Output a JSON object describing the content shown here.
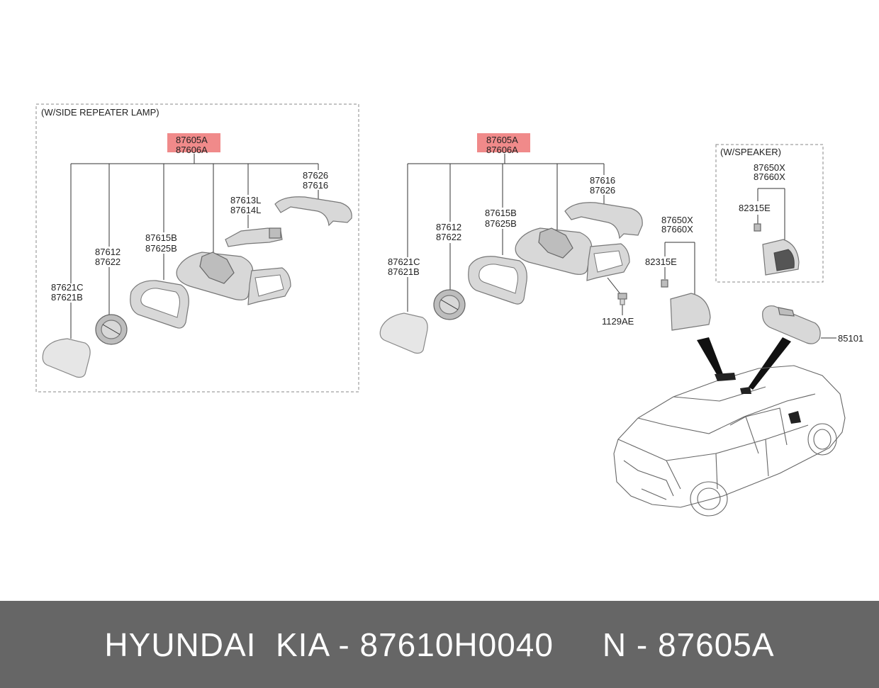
{
  "left_group": {
    "title": "(W/SIDE REPEATER LAMP)",
    "assembly": [
      "87605A",
      "87606A"
    ],
    "parts": [
      {
        "id": "glass",
        "labels": [
          "87621C",
          "87621B"
        ]
      },
      {
        "id": "actuator",
        "labels": [
          "87612",
          "87622"
        ]
      },
      {
        "id": "frame",
        "labels": [
          "87615B",
          "87625B"
        ]
      },
      {
        "id": "lamp",
        "labels": [
          "87613L",
          "87614L"
        ]
      },
      {
        "id": "cover",
        "labels": [
          "87626",
          "87616"
        ]
      }
    ]
  },
  "middle_group": {
    "assembly": [
      "87605A",
      "87606A"
    ],
    "parts": [
      {
        "id": "glass",
        "labels": [
          "87621C",
          "87621B"
        ]
      },
      {
        "id": "actuator",
        "labels": [
          "87612",
          "87622"
        ]
      },
      {
        "id": "frame",
        "labels": [
          "87615B",
          "87625B"
        ]
      },
      {
        "id": "cover",
        "labels": [
          "87616",
          "87626"
        ]
      }
    ],
    "bolt": "1129AE"
  },
  "right_group": {
    "speaker_title": "(W/SPEAKER)",
    "speaker_labels": [
      "87650X",
      "87660X"
    ],
    "speaker_clip": "82315E",
    "cover_labels": [
      "87650X",
      "87660X"
    ],
    "cover_clip": "82315E",
    "inner_mirror": "85101"
  },
  "highlight_color": "#f08a8a",
  "footer": {
    "text": "HYUNDAI  KIA - 87610H0040     N - 87605A"
  }
}
